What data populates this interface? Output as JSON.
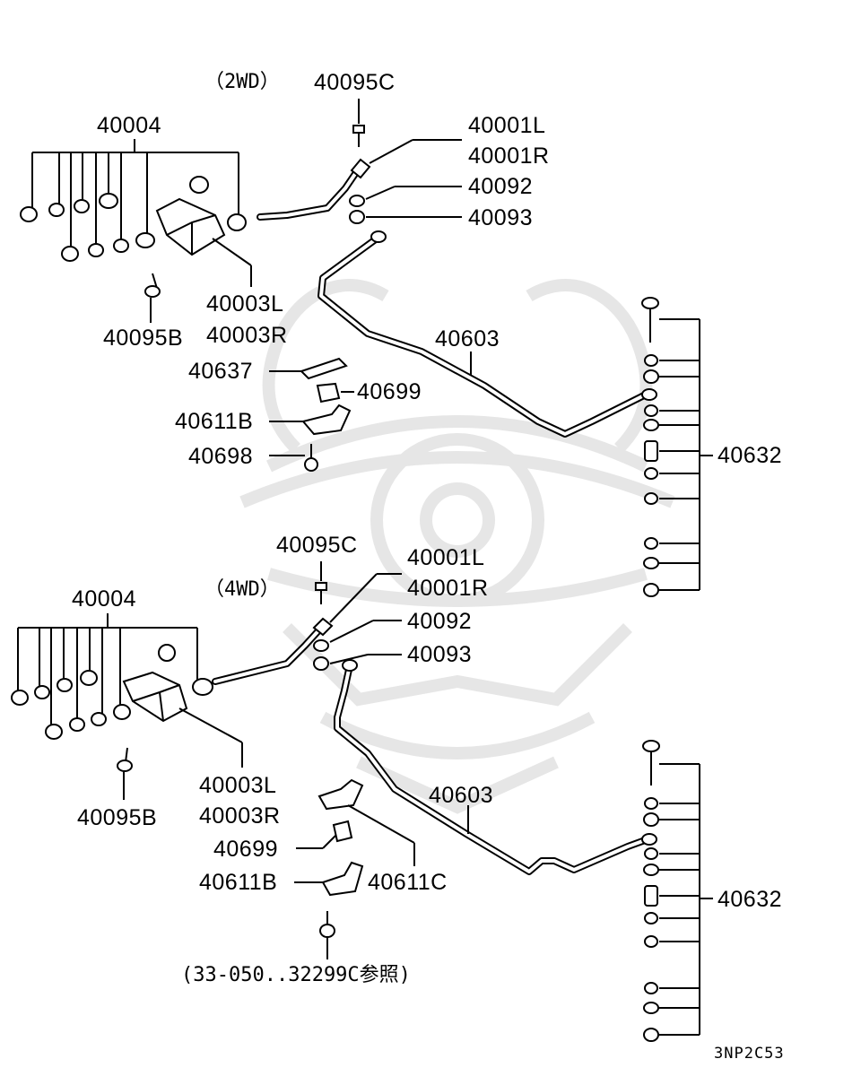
{
  "sections": {
    "top": {
      "variant": "（2WD）"
    },
    "bottom": {
      "variant": "（4WD）"
    }
  },
  "top_labels": {
    "bushing_set": "40004",
    "upper_bolt": "40095C",
    "bracket_l": "40001L",
    "bracket_r": "40001R",
    "washer": "40092",
    "nut": "40093",
    "mount_l": "40003L",
    "mount_r": "40003R",
    "lower_bolt": "40095B",
    "stabilizer_bar": "40603",
    "plate": "40637",
    "bar_bushing": "40699",
    "clamp": "40611B",
    "clamp_bolt": "40698",
    "link_kit": "40632"
  },
  "bottom_labels": {
    "bushing_set": "40004",
    "upper_bolt": "40095C",
    "bracket_l": "40001L",
    "bracket_r": "40001R",
    "washer": "40092",
    "nut": "40093",
    "mount_l": "40003L",
    "mount_r": "40003R",
    "lower_bolt": "40095B",
    "stabilizer_bar": "40603",
    "bar_bushing": "40699",
    "clamp_b": "40611B",
    "clamp_c": "40611C",
    "link_kit": "40632",
    "reference_note": "(33-050..32299C参照)"
  },
  "diagram_code": "3NP2C53",
  "watermark_icon": "samurai-helmet-watermark-icon"
}
